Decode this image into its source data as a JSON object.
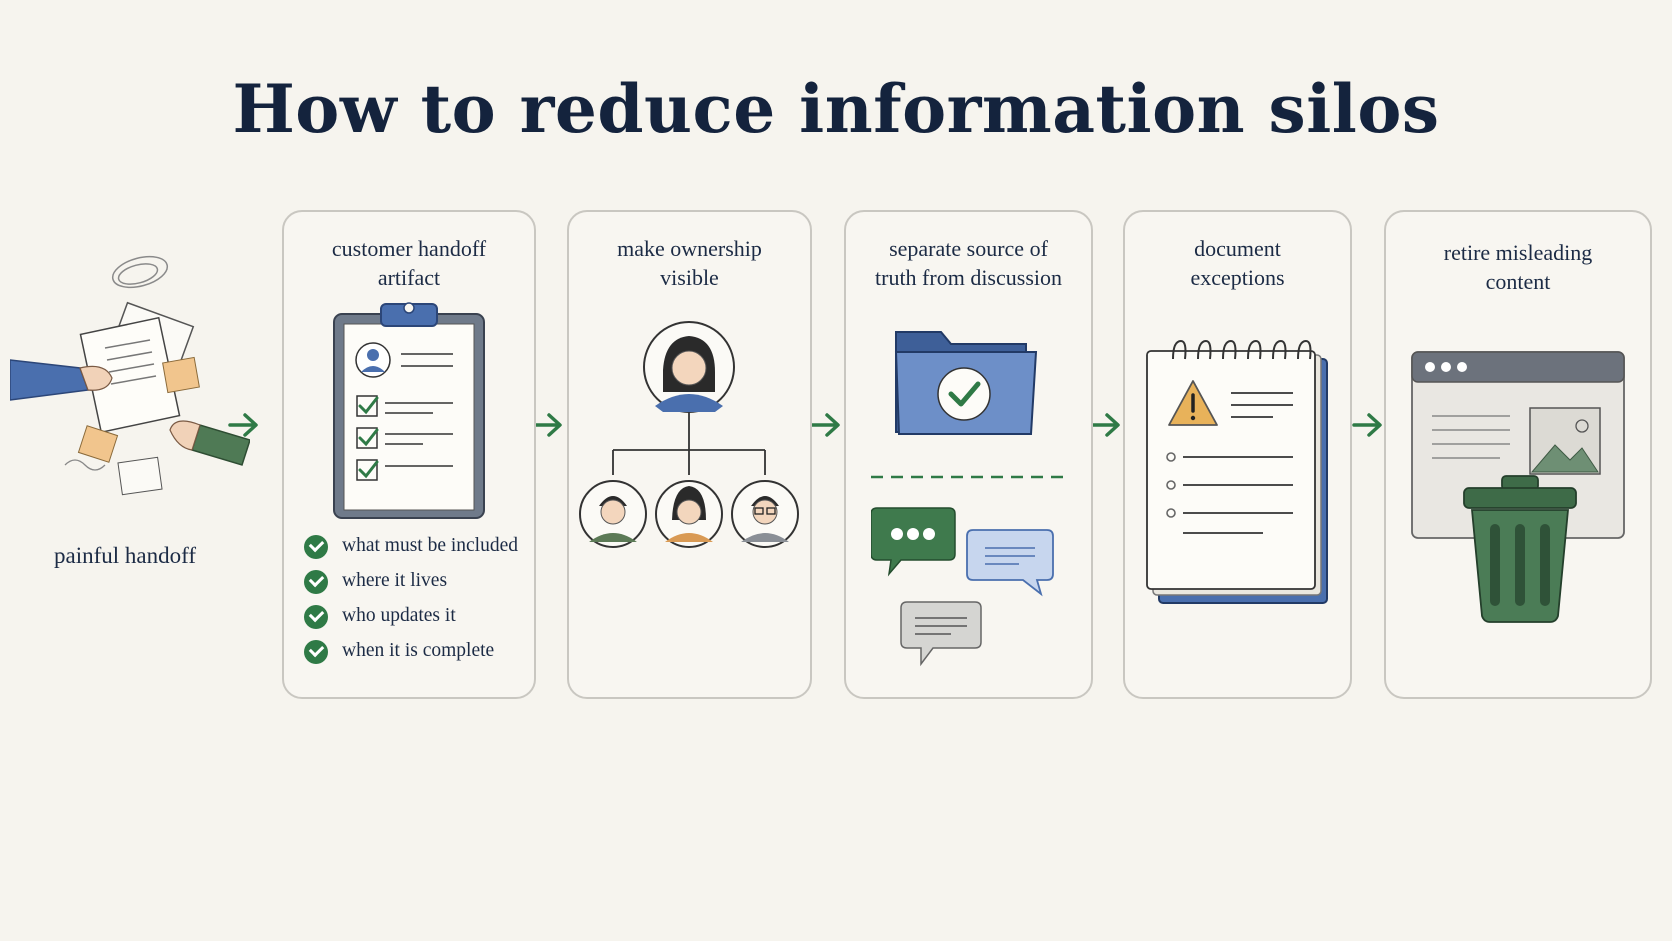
{
  "title": "How to reduce information silos",
  "start": {
    "label": "painful handoff"
  },
  "steps": [
    {
      "title_lines": [
        "customer handoff",
        "artifact"
      ],
      "checklist": [
        "what must be included",
        "where it lives",
        "who updates it",
        "when it is complete"
      ]
    },
    {
      "title_lines": [
        "make ownership",
        "visible"
      ]
    },
    {
      "title_lines": [
        "separate source of",
        "truth from discussion"
      ]
    },
    {
      "title_lines": [
        "document",
        "exceptions"
      ]
    },
    {
      "title_lines": [
        "retire misleading",
        "content"
      ]
    }
  ],
  "colors": {
    "accent_green": "#2f7a46",
    "accent_blue": "#4a6fae",
    "warning": "#e8b25a",
    "background": "#f6f4ee"
  },
  "icons": [
    "shuffled-papers-icon",
    "clipboard-icon",
    "org-chart-icon",
    "folder-check-icon",
    "chat-bubbles-icon",
    "notepad-warning-icon",
    "browser-window-icon",
    "trash-can-icon",
    "arrow-right-icon"
  ]
}
